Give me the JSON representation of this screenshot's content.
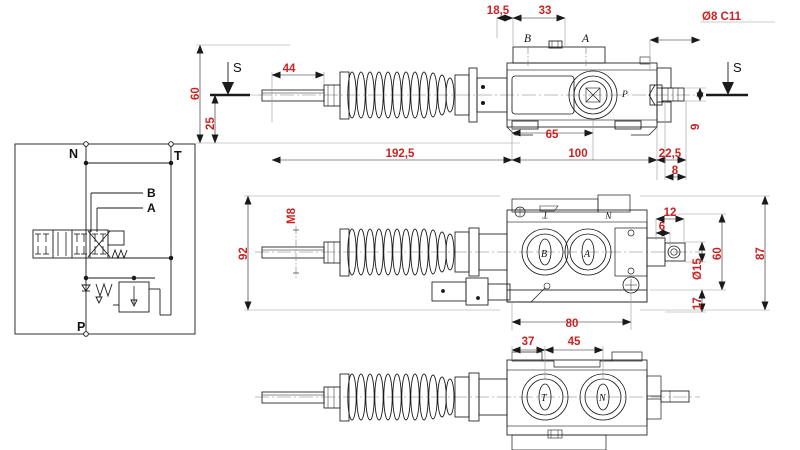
{
  "drawing": {
    "title": "Hydraulic directional control valve - dimensioned technical drawing",
    "colors": {
      "dimension_text": "#cc2222",
      "line": "#1a1a1a",
      "thin_line": "#6a6a6a",
      "background": "#ffffff"
    }
  },
  "schematic": {
    "name": "hydraulic-circuit-diagram",
    "ports": {
      "n": "N",
      "t": "T",
      "p": "P",
      "a": "A",
      "b": "B"
    }
  },
  "top_view": {
    "name": "side-elevation-view",
    "dimensions": {
      "d_18_5": "18,5",
      "d_33": "33",
      "d_60": "60",
      "d_25": "25",
      "d_44": "44",
      "d_65": "65",
      "d_100": "100",
      "d_192_5": "192,5",
      "d_22_5": "22,5",
      "d_8": "8",
      "d_9": "9",
      "d_dia8c11": "Ø8 C11"
    },
    "labels": {
      "port_a": "A",
      "port_b": "B",
      "port_p": "P",
      "section_left": "S",
      "section_right": "S"
    }
  },
  "middle_view": {
    "name": "top-plan-view",
    "dimensions": {
      "d_92": "92",
      "m8": "M8",
      "d_12": "12",
      "d_6": "6",
      "d_dia15": "Ø15",
      "d_60": "60",
      "d_87": "87",
      "d_17": "17",
      "d_80": "80"
    },
    "labels": {
      "port_a": "A",
      "port_b": "B",
      "port_t": "T",
      "port_n": "N"
    }
  },
  "bottom_view": {
    "name": "bottom-plan-view",
    "dimensions": {
      "d_37": "37",
      "d_45": "45"
    },
    "labels": {
      "port_t": "T",
      "port_n": "N"
    }
  }
}
